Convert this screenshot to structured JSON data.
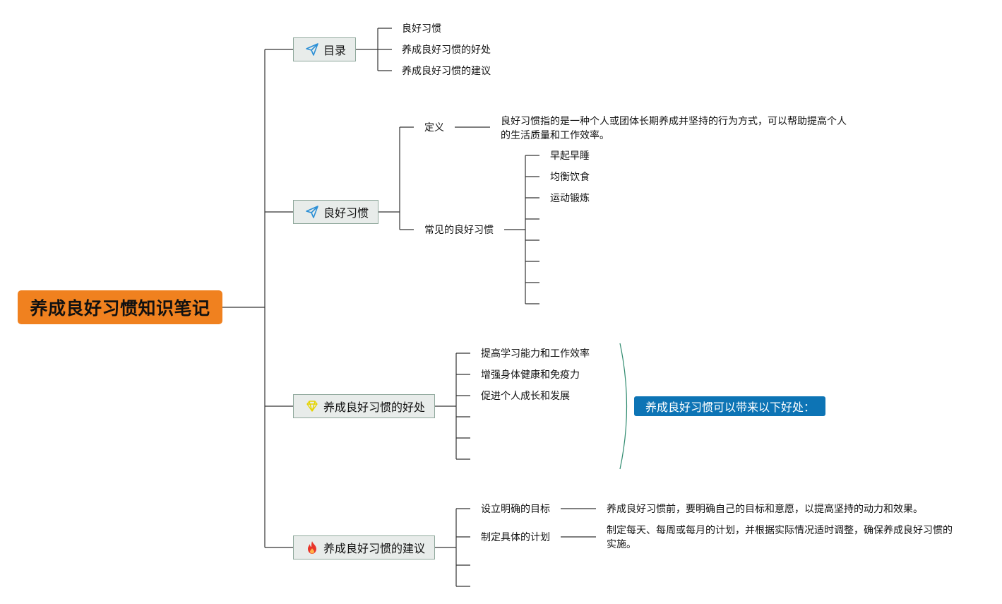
{
  "root": {
    "title": "养成良好习惯知识笔记"
  },
  "branches": {
    "toc": {
      "label": "目录",
      "icon": "paper-plane-icon",
      "items": [
        "良好习惯",
        "养成良好习惯的好处",
        "养成良好习惯的建议"
      ]
    },
    "habits": {
      "label": "良好习惯",
      "icon": "paper-plane-icon",
      "definition": {
        "label": "定义",
        "text": "良好习惯指的是一种个人或团体长期养成并坚持的行为方式，可以帮助提高个人的生活质量和工作效率。"
      },
      "common": {
        "label": "常见的良好习惯",
        "items": [
          "早起早睡",
          "均衡饮食",
          "运动锻炼"
        ]
      }
    },
    "benefits": {
      "label": "养成良好习惯的好处",
      "icon": "diamond-icon",
      "items": [
        "提高学习能力和工作效率",
        "增强身体健康和免疫力",
        "促进个人成长和发展"
      ],
      "summary": "养成良好习惯可以带来以下好处："
    },
    "suggestions": {
      "label": "养成良好习惯的建议",
      "icon": "flame-icon",
      "items": [
        {
          "label": "设立明确的目标",
          "text": "养成良好习惯前，要明确自己的目标和意愿，以提高坚持的动力和效果。"
        },
        {
          "label": "制定具体的计划",
          "text": "制定每天、每周或每月的计划，并根据实际情况适时调整，确保养成良好习惯的实施。"
        }
      ]
    }
  },
  "colors": {
    "root": "#f0811f",
    "branch_bg": "#e8ecea",
    "branch_border": "#8fa89c",
    "summary_bg": "#0d74b5",
    "summary_bracket": "#2e8a6e",
    "plane_icon": "#2b8fd6",
    "diamond_icon": "#f2e21c",
    "flame_icon": "#e8352a"
  }
}
